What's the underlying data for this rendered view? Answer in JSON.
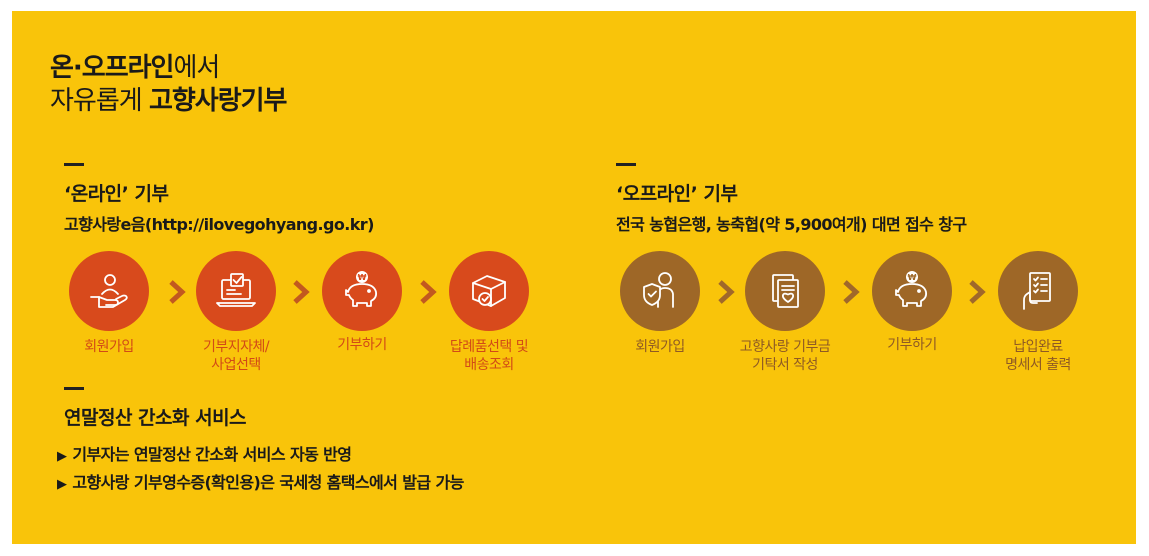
{
  "headline": {
    "line1_bold": "온·오프라인",
    "line1_light": "에서",
    "line2_light": "자유롭게 ",
    "line2_bold": "고향사랑기부"
  },
  "online": {
    "title": "‘온라인’ 기부",
    "subtitle": "고향사랑e음(http://ilovegohyang.go.kr)",
    "steps": [
      {
        "icon": "hand-person-icon",
        "label_lines": [
          "회원가입"
        ]
      },
      {
        "icon": "laptop-check-icon",
        "label_lines": [
          "기부지자체/",
          "사업선택"
        ]
      },
      {
        "icon": "piggy-bank-won-icon",
        "label_lines": [
          "기부하기"
        ]
      },
      {
        "icon": "box-check-icon",
        "label_lines": [
          "답례품선택 및",
          "배송조회"
        ]
      }
    ]
  },
  "offline": {
    "title": "‘오프라인’ 기부",
    "subtitle": "전국 농협은행, 농축협(약 5,900여개) 대면 접수 창구",
    "steps": [
      {
        "icon": "person-shield-icon",
        "label_lines": [
          "회원가입"
        ]
      },
      {
        "icon": "document-heart-icon",
        "label_lines": [
          "고향사랑 기부금",
          "기탁서 작성"
        ]
      },
      {
        "icon": "piggy-bank-won-icon",
        "label_lines": [
          "기부하기"
        ]
      },
      {
        "icon": "hand-checklist-icon",
        "label_lines": [
          "납입완료",
          "명세서 출력"
        ]
      }
    ]
  },
  "tax": {
    "title": "연말정산 간소화 서비스",
    "bullet_marker": "▶",
    "bullets": [
      "기부자는 연말정산 간소화 서비스 자동 반영",
      "고향사랑 기부영수증(확인용)은 국세청 홈택스에서 발급 가능"
    ]
  },
  "colors": {
    "background": "#f9c40a",
    "online_accent": "#d84a1c",
    "offline_accent": "#9e6727",
    "text": "#1a1a1a"
  }
}
